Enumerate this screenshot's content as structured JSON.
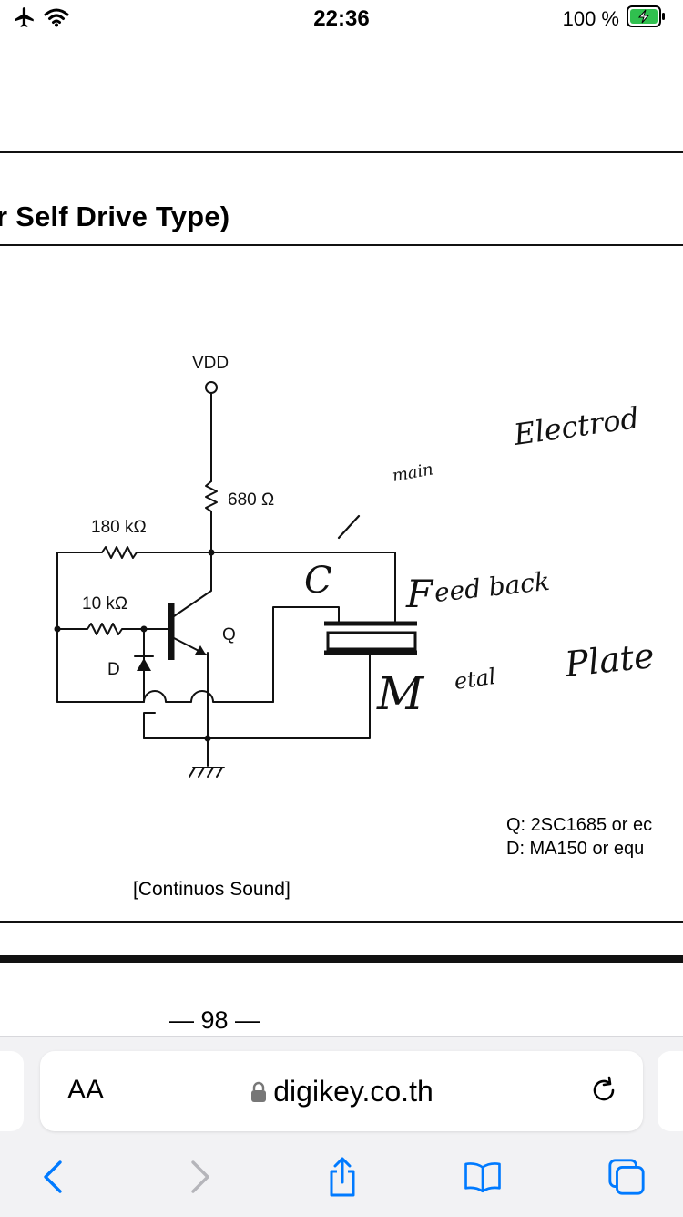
{
  "status_bar": {
    "time": "22:36",
    "battery_percent": "100 %",
    "icons": [
      "airplane-icon",
      "wifi-icon",
      "battery-charging-icon"
    ]
  },
  "document": {
    "title": "r Self Drive Type)",
    "schematic": {
      "vdd_label": "VDD",
      "r1_label": "680 Ω",
      "r2_label": "180 kΩ",
      "r3_label": "10 kΩ",
      "transistor_label": "Q",
      "diode_label": "D"
    },
    "handwritten": {
      "main": "main",
      "electrode": "Electrod",
      "c_mark": "C",
      "f_mark": "F",
      "feedback": "eed back",
      "m_mark": "M",
      "metal": "etal",
      "plate": "Plate"
    },
    "legend": [
      "Q: 2SC1685 or ec",
      "D: MA150 or equ"
    ],
    "caption": "[Continuos Sound]",
    "page_number": "— 98 —"
  },
  "browser": {
    "aa_label": "AA",
    "url": "digikey.co.th",
    "accent_color": "#007aff"
  }
}
